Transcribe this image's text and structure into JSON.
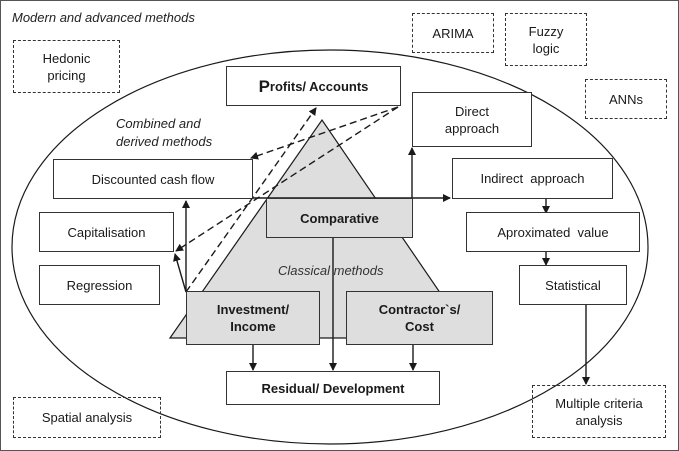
{
  "labels": {
    "modern": "Modern and advanced methods",
    "combined_line1": "Combined and",
    "combined_line2": "derived methods",
    "classical": "Classical methods"
  },
  "modern_methods": {
    "hedonic_line1": "Hedonic",
    "hedonic_line2": "pricing",
    "arima": "ARIMA",
    "fuzzy_line1": "Fuzzy",
    "fuzzy_line2": "logic",
    "anns": "ANNs",
    "spatial": "Spatial analysis",
    "mca_line1": "Multiple criteria",
    "mca_line2": "analysis"
  },
  "combined_methods": {
    "profits_initial": "P",
    "profits_rest": "rofits/ Accounts",
    "dcf": "Discounted cash flow",
    "capitalisation": "Capitalisation",
    "regression": "Regression",
    "direct_line1": "Direct",
    "direct_line2": "approach",
    "indirect": "Indirect  approach",
    "approx": "Aproximated  value",
    "statistical": "Statistical",
    "residual": "Residual/ Development"
  },
  "classical_methods": {
    "comparative": "Comparative",
    "investment_line1": "Investment/",
    "investment_line2": "Income",
    "contractor_line1": "Contractor`s/",
    "contractor_line2": "Cost"
  },
  "colors": {
    "triangle_fill": "#dedede",
    "line": "#1a1a1a"
  }
}
